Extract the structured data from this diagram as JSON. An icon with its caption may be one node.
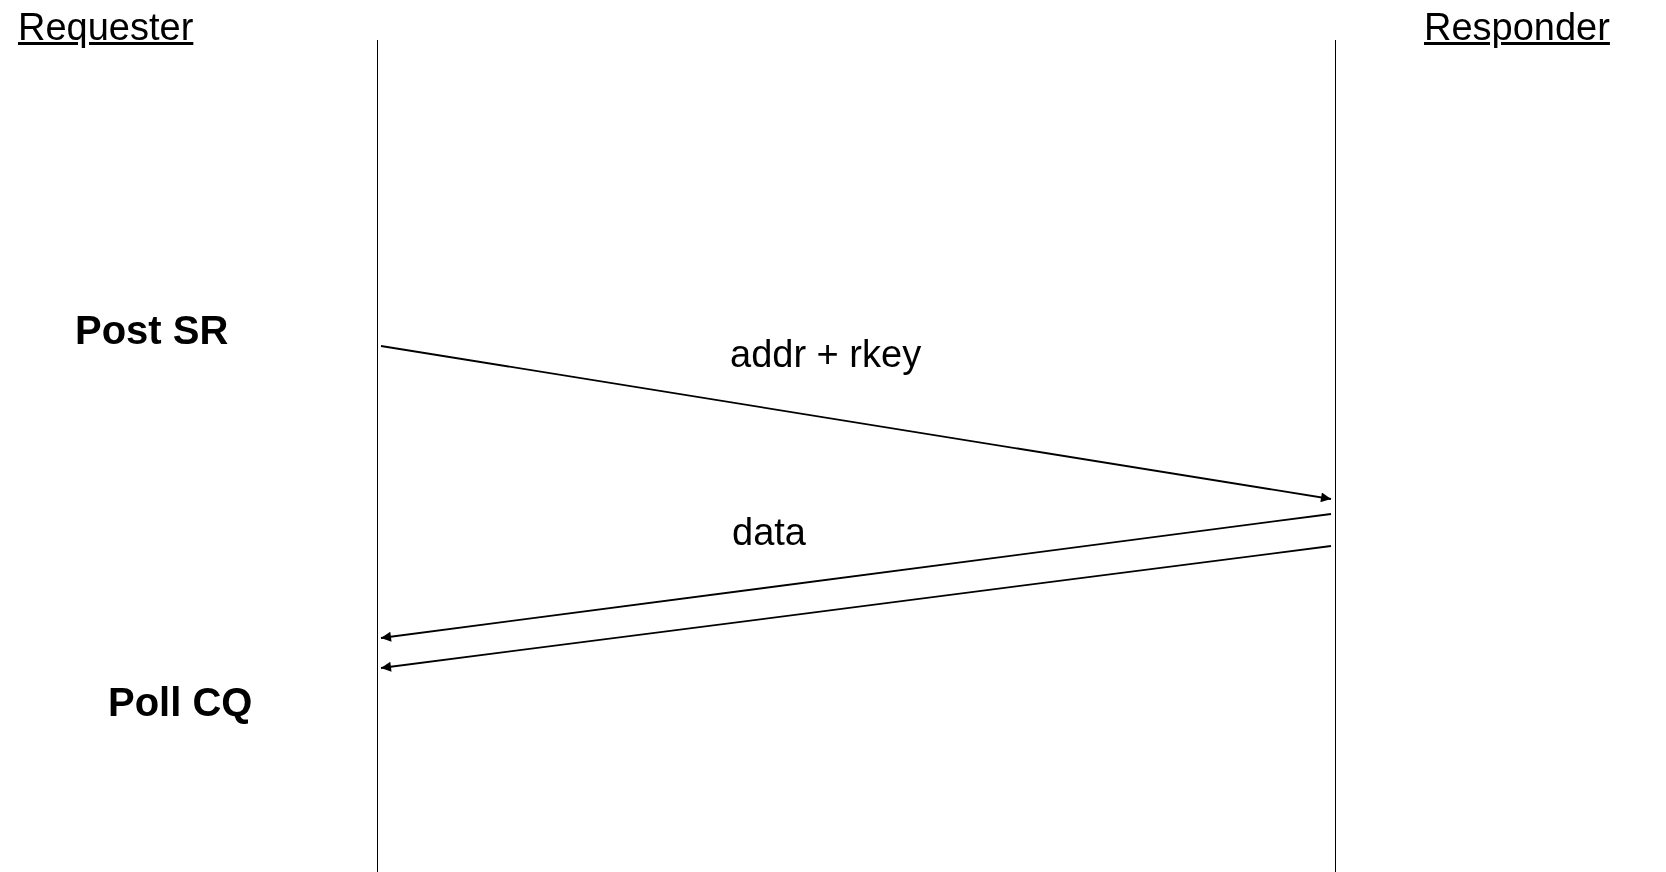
{
  "diagram": {
    "nodes": [
      {
        "text": [
          "Requester"
        ]
      },
      {
        "text": [
          "Responder"
        ]
      }
    ],
    "edges": [
      {
        "from": 0,
        "to": 1,
        "arrow": "to",
        "label": "addr + rkey"
      },
      {
        "from": 1,
        "to": 0,
        "arrow": "to",
        "label": "data"
      },
      {
        "from": 1,
        "to": 0,
        "arrow": "to"
      }
    ],
    "labels": [
      "Post SR",
      "Poll CQ"
    ]
  }
}
